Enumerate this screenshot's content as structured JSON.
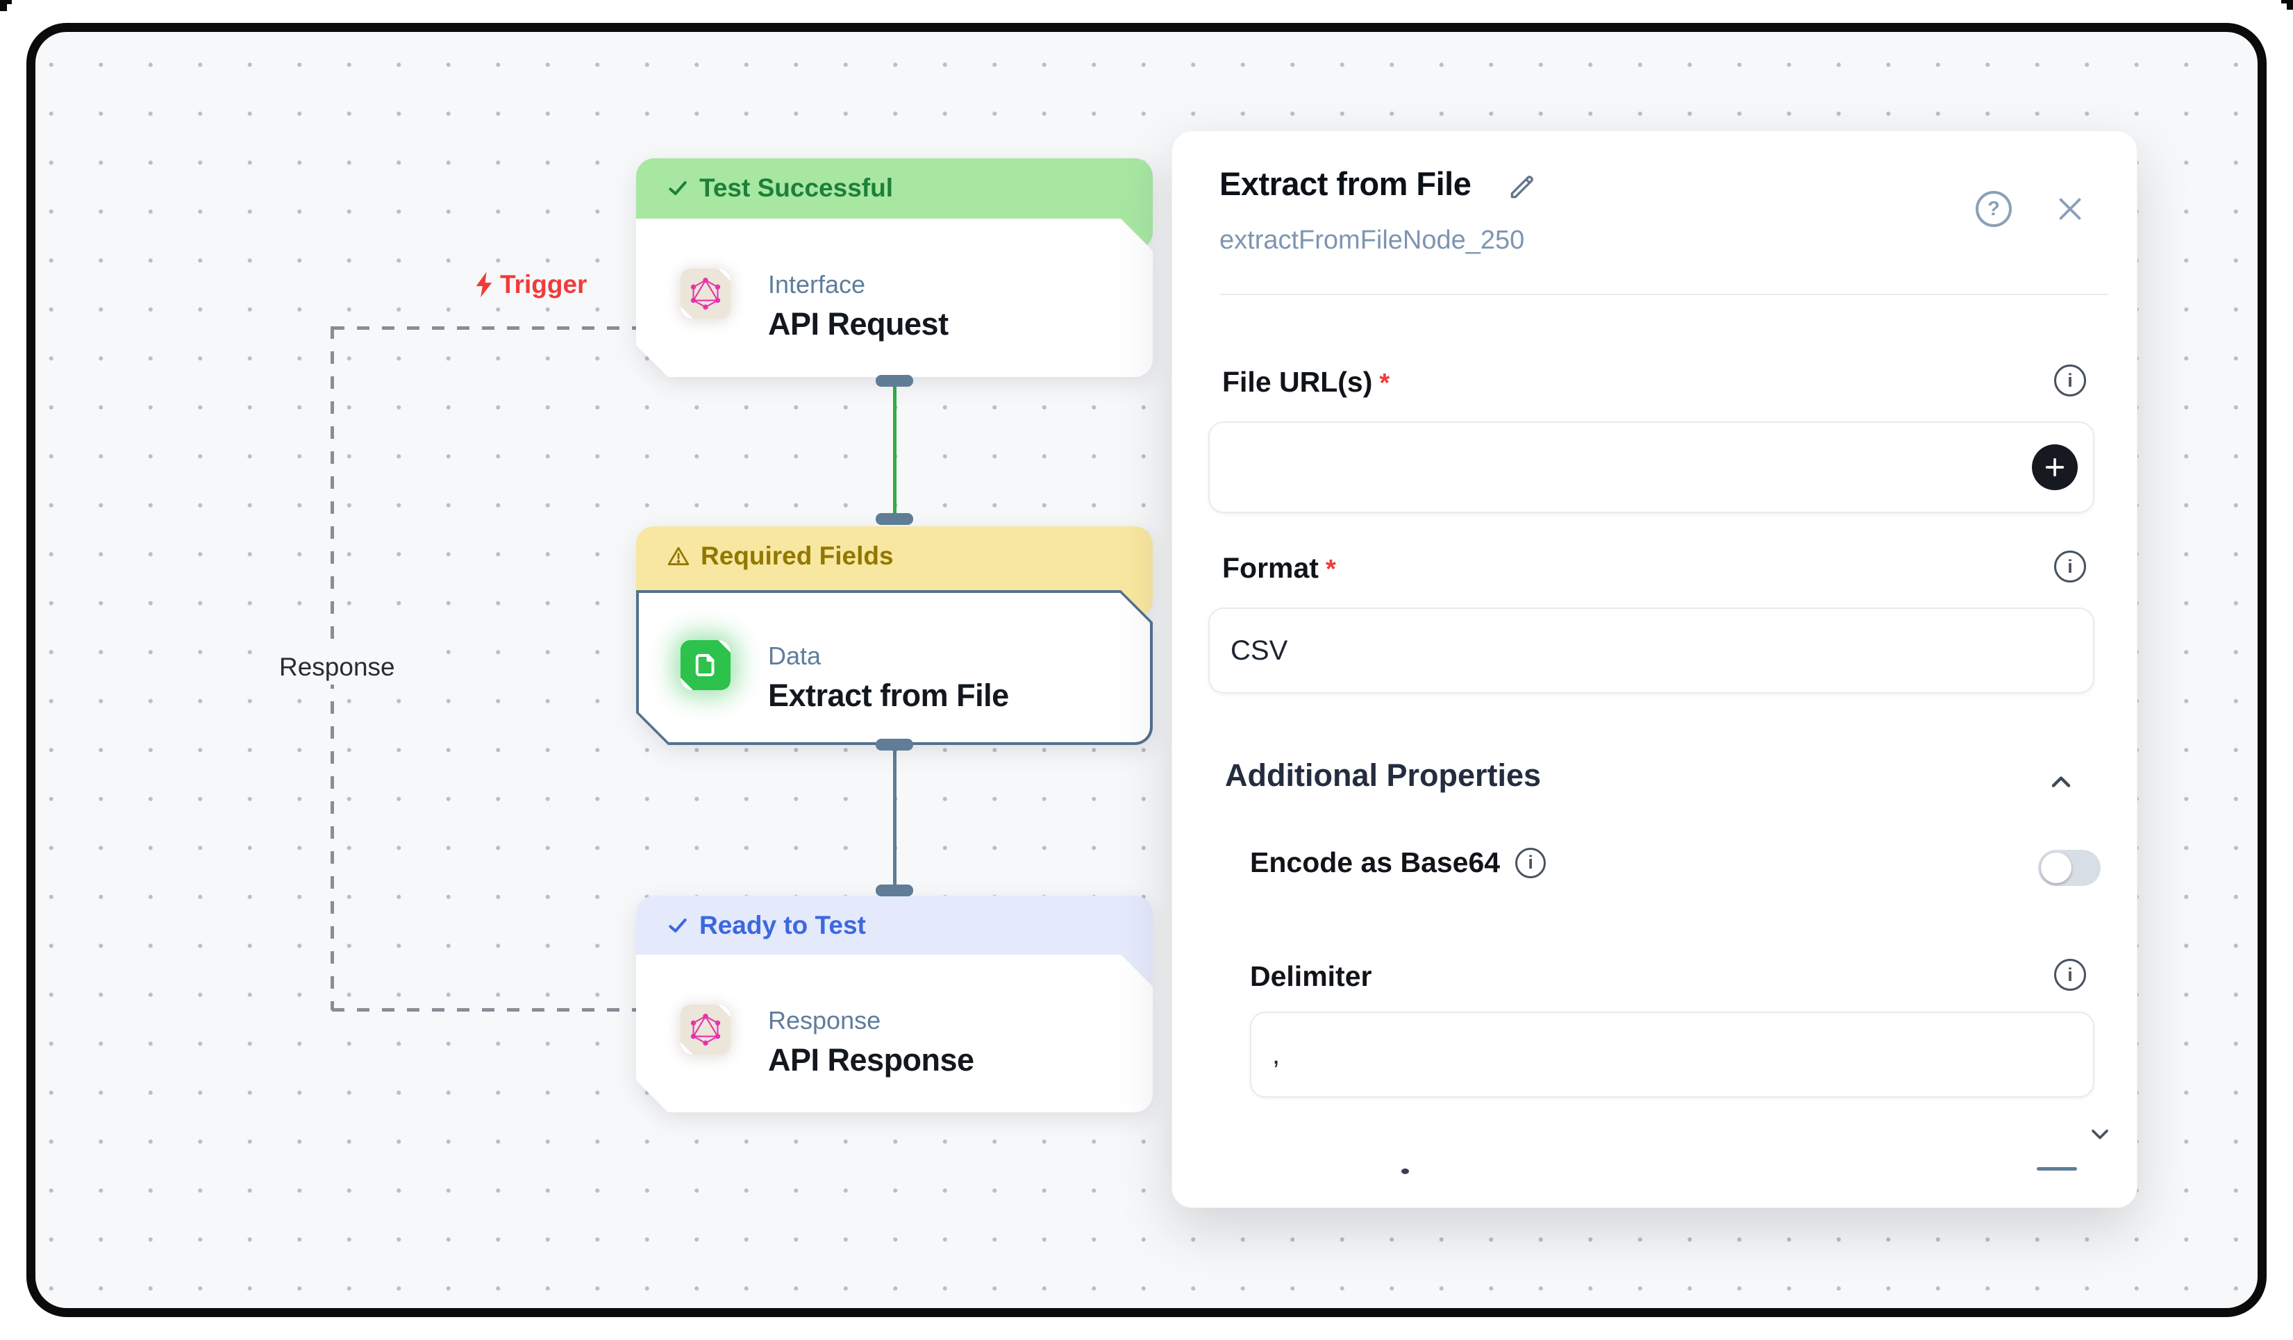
{
  "canvas": {
    "trigger_label": "Trigger",
    "response_label": "Response",
    "nodes": [
      {
        "status": "Test Successful",
        "status_type": "success",
        "category": "Interface",
        "title": "API Request",
        "icon": "graphql-icon"
      },
      {
        "status": "Required Fields",
        "status_type": "warning",
        "category": "Data",
        "title": "Extract from File",
        "icon": "file-icon"
      },
      {
        "status": "Ready to Test",
        "status_type": "info",
        "category": "Response",
        "title": "API Response",
        "icon": "graphql-icon"
      }
    ]
  },
  "panel": {
    "title": "Extract from File",
    "node_id": "extractFromFileNode_250",
    "asterisk": "*",
    "glyphs": {
      "help": "?",
      "info": "i"
    },
    "fields": {
      "file_urls": {
        "label": "File URL(s)",
        "required": true,
        "value": ""
      },
      "format": {
        "label": "Format",
        "required": true,
        "value": "CSV"
      },
      "section": {
        "label": "Additional Properties",
        "expanded": true
      },
      "encode_base64": {
        "label": "Encode as Base64",
        "enabled": false
      },
      "delimiter": {
        "label": "Delimiter",
        "value": ","
      }
    }
  },
  "colors": {
    "success_bg": "#a7e7a2",
    "success_text": "#1c8038",
    "warning_bg": "#f8e7a0",
    "warning_text": "#927700",
    "info_bg": "#e4eafb",
    "info_text": "#3c68dd",
    "connector_green": "#30ad46",
    "connector_slate": "#5f7d96",
    "trigger_red": "#f03b3b",
    "graphql_pink": "#e535ab",
    "file_icon_green": "#2cc24b"
  }
}
